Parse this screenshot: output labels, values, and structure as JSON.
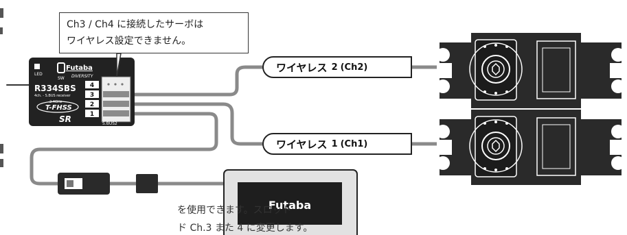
{
  "callout": {
    "line1": "Ch3 / Ch4 に接続したサーボは",
    "line2": "ワイヤレス設定できません。"
  },
  "receiver": {
    "brand": "Futaba",
    "diversity": "DIVERSITY",
    "model": "R334SBS",
    "subtitle": "4ch. - S.BUS receiver",
    "mode_small": "2.4GHz",
    "mode": "T-FHSS",
    "sr_logo": "SR",
    "led_label": "LED",
    "sw_label": "SW",
    "channels": [
      "4",
      "3",
      "2",
      "1"
    ],
    "sbus_label": "S.BUS2"
  },
  "wireless_labels": [
    {
      "name": "ワイヤレス",
      "num": "2",
      "ch": "(Ch2)"
    },
    {
      "name": "ワイヤレス",
      "num": "1",
      "ch": "(Ch1)"
    }
  ],
  "transmitter": {
    "brand": "Futaba"
  },
  "bottom_text": {
    "line1": "を使用できます。スロット",
    "line2": "ド Ch.3 また 4 に変更します。"
  },
  "colors": {
    "cable": "#8a8a8a",
    "receiver_body": "#222222",
    "servo_body": "#2a2a2a"
  }
}
